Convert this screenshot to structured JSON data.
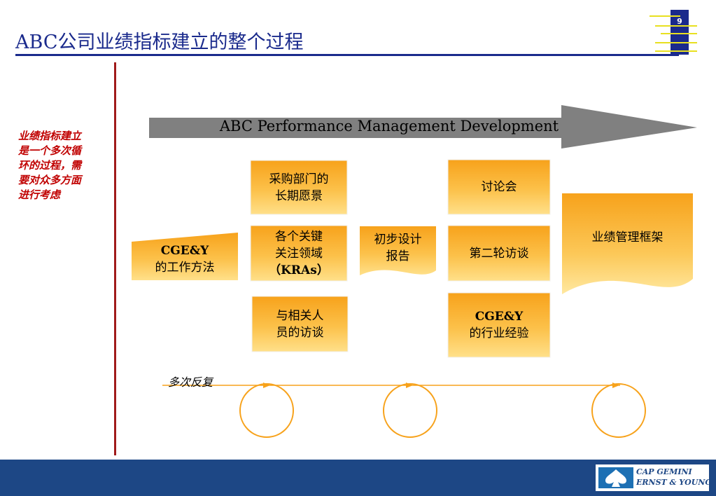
{
  "header": {
    "title": "ABC公司业绩指标建立的整个过程",
    "page_number": "9",
    "accent_color": "#1a2a8c"
  },
  "sidenote": {
    "lines": [
      "业绩指标建立",
      "是一个多次循",
      "环的过程，需",
      "要对众多方面",
      "进行考虑"
    ],
    "color": "#c00000"
  },
  "diagram": {
    "arrow_label": "ABC Performance Management Development",
    "box_fill": "#f7a21b",
    "box_fill_light": "#ffe08a",
    "boxes": {
      "method": [
        "CGE&Y",
        "的工作方法"
      ],
      "vision": [
        "采购部门的",
        "长期愿景"
      ],
      "kras": [
        "各个关键",
        "关注领域",
        "（KRAs）"
      ],
      "interviews": [
        "与相关人",
        "员的访谈"
      ],
      "report": [
        "初步设计",
        "报告"
      ],
      "seminar": [
        "讨论会"
      ],
      "second_round": [
        "第二轮访谈"
      ],
      "industry": [
        "CGE&Y",
        "的行业经验"
      ],
      "framework": [
        "业绩管理框架"
      ]
    },
    "repeat_label": "多次反复"
  },
  "footer": {
    "logo_lines": [
      "CAP GEMINI",
      "ERNST & YOUNG"
    ],
    "color": "#1d4785"
  }
}
